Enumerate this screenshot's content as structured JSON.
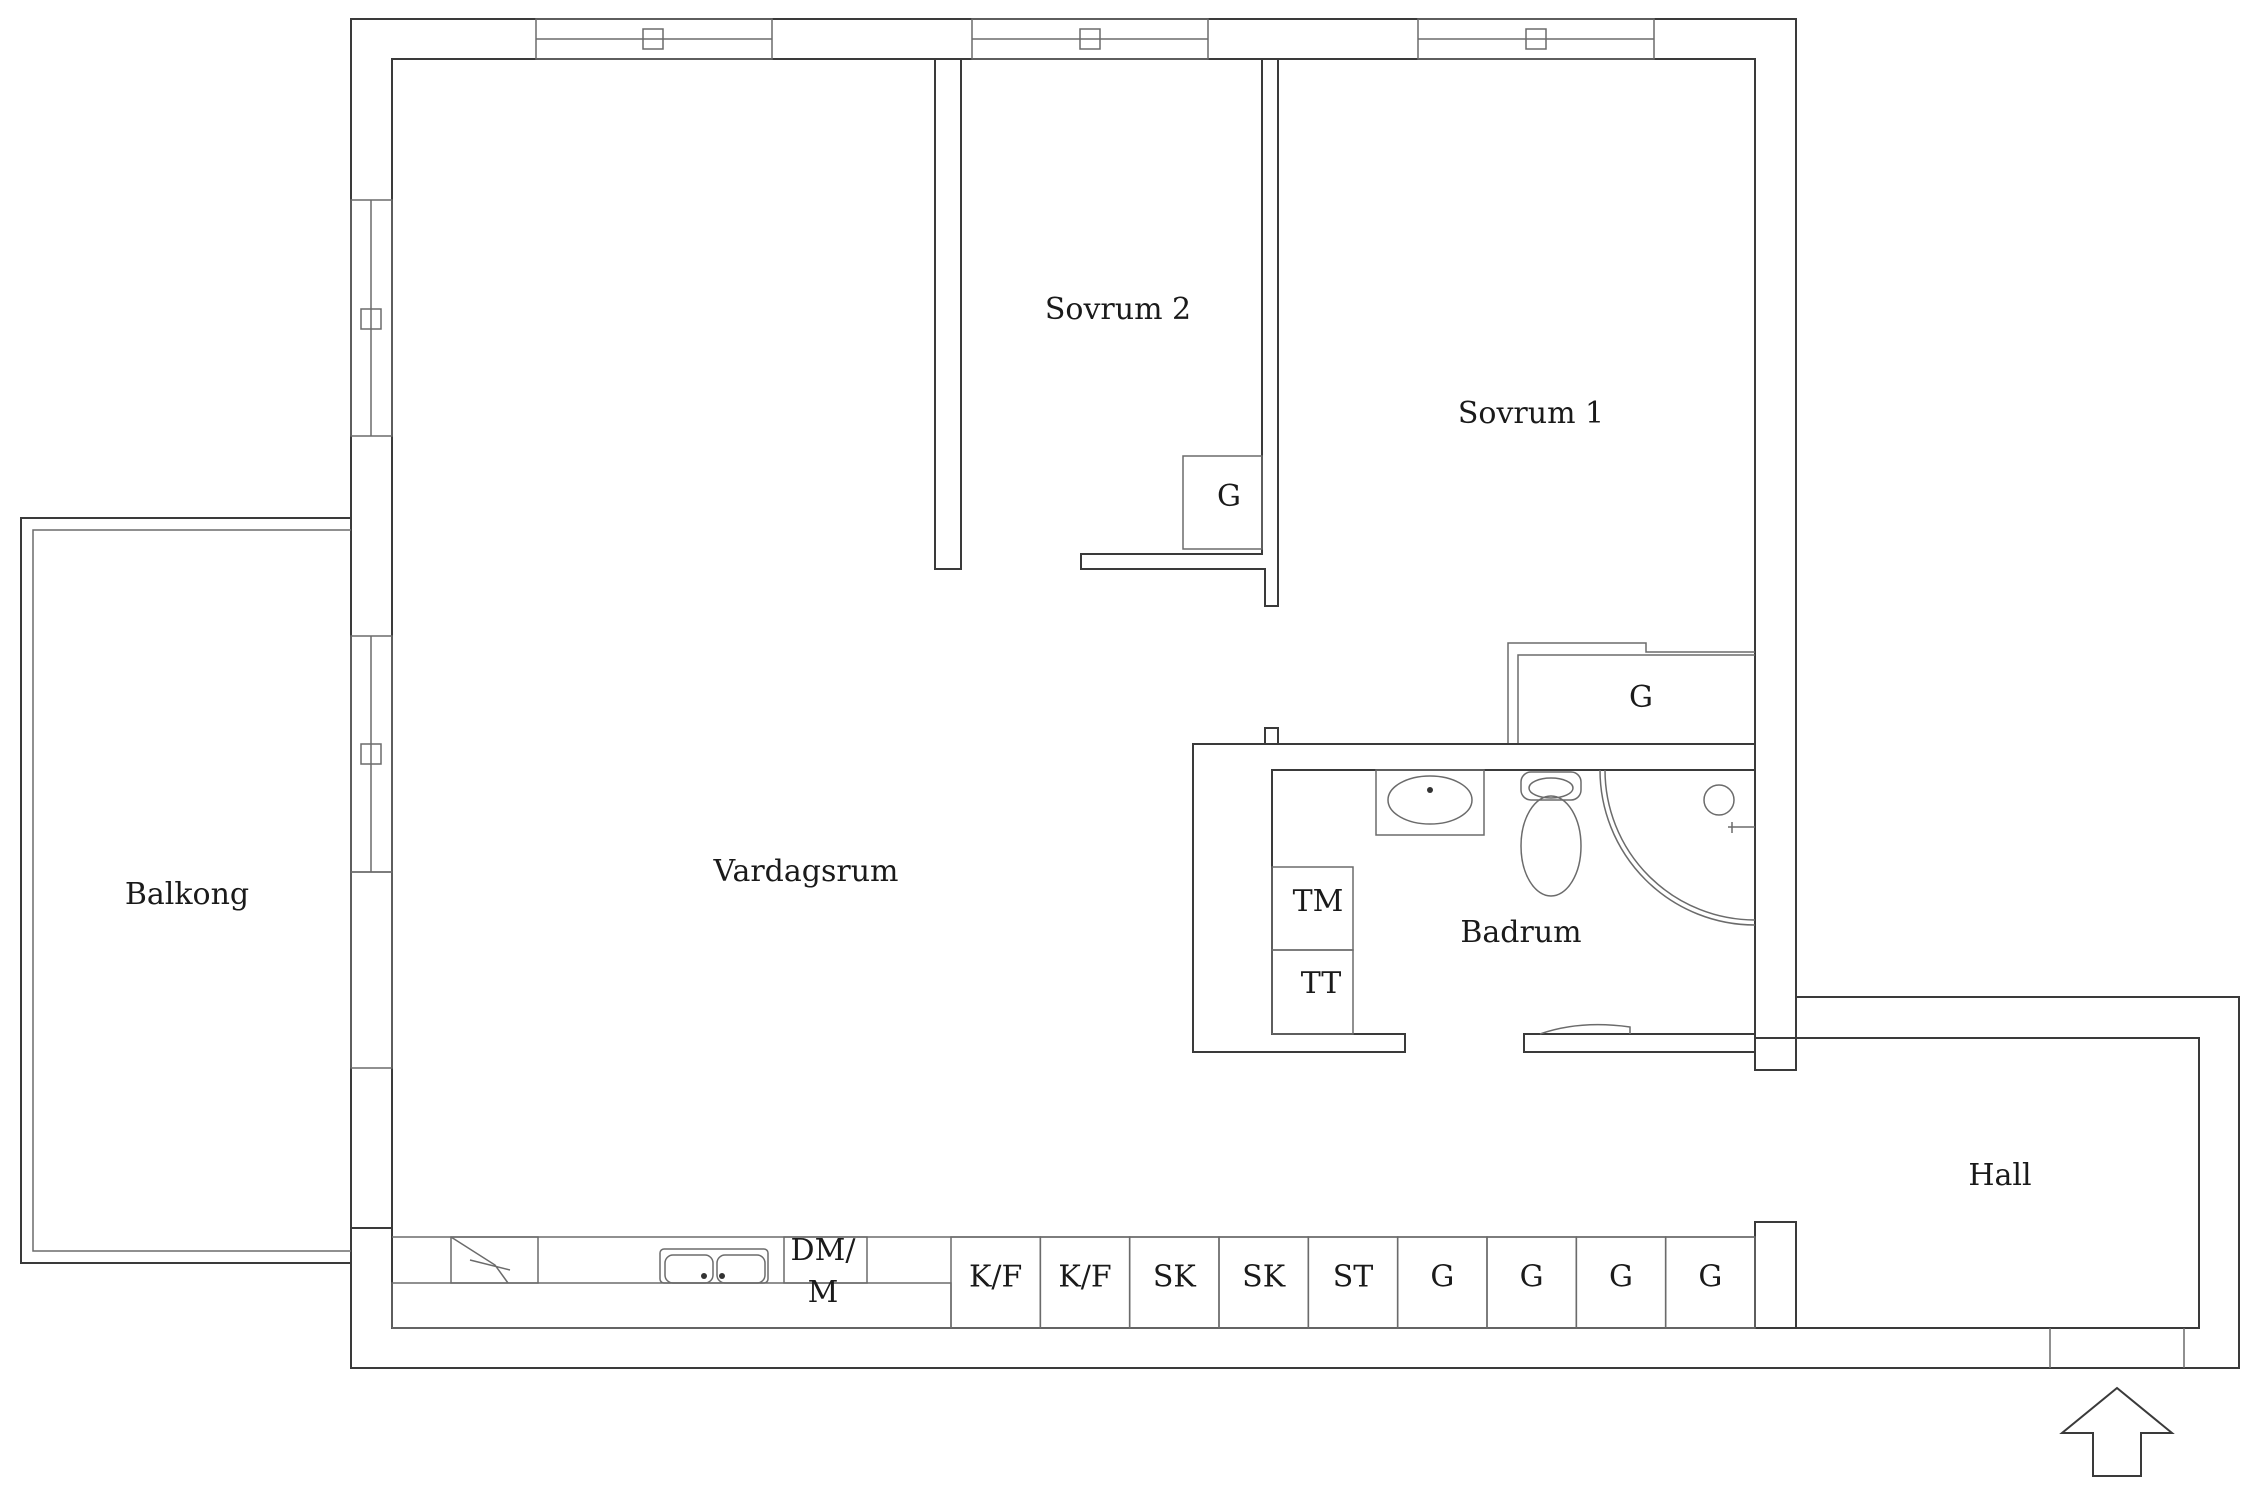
{
  "rooms": {
    "sovrum2": "Sovrum 2",
    "sovrum1": "Sovrum 1",
    "vardagsrum": "Vardagsrum",
    "balkong": "Balkong",
    "badrum": "Badrum",
    "hall": "Hall"
  },
  "closets": {
    "sovrum2_closet": "G",
    "sovrum1_closet": "G"
  },
  "bathroom_appliances": {
    "washer": "TM",
    "dryer": "TT"
  },
  "kitchen": {
    "dishwasher_line1": "DM/",
    "dishwasher_line2": "M",
    "units": [
      "K/F",
      "K/F",
      "SK",
      "SK",
      "ST",
      "G",
      "G",
      "G",
      "G"
    ]
  },
  "entrance_arrow": "arrow-up-icon"
}
